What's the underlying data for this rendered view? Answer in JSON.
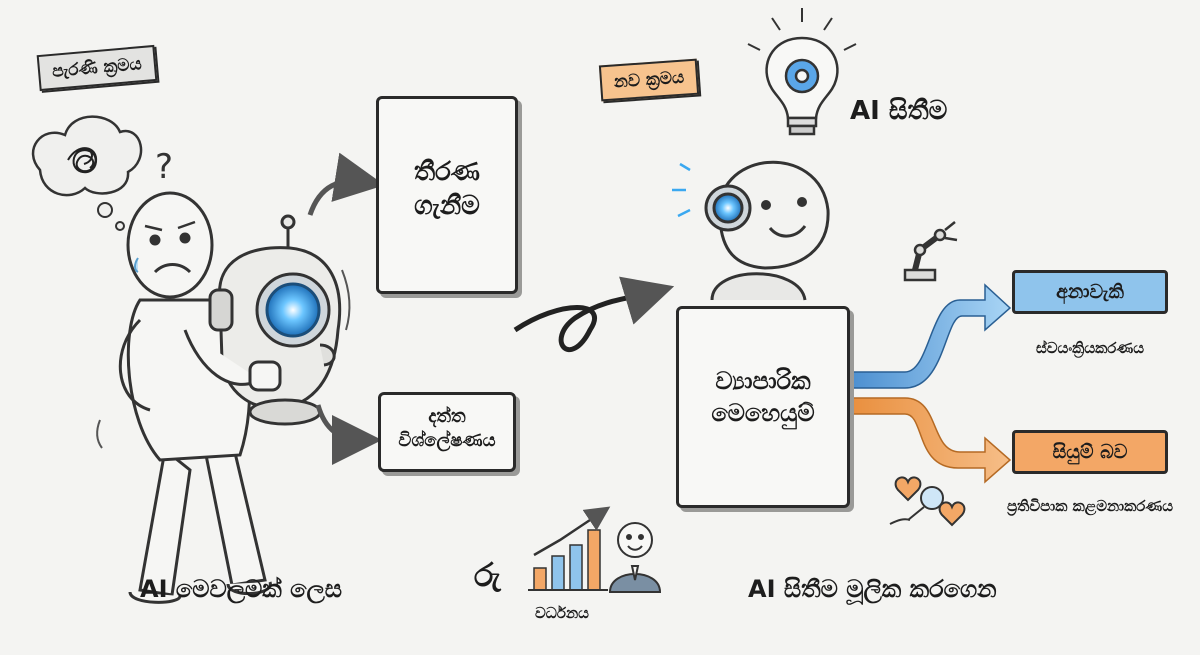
{
  "old_way": {
    "tag": "පැරණි ක්‍රමය",
    "caption": "AI මෙවලමක් ලෙස",
    "card_decision": "තීරණ ගැනීම",
    "card_data": "දත්ත විශ්ලේෂණය"
  },
  "new_way": {
    "tag": "නව ක්‍රමය",
    "ai_thinking": "AI සිතීම",
    "caption": "AI සිතීම මූලික කරගෙන",
    "card_ops": "ව්‍යාපාරික මෙහෙයුම්",
    "out_top_label": "අනාවැකි",
    "out_top_sub": "ස්වයංක්‍රියකරණය",
    "out_bottom_label": "සියුම් බව",
    "out_bottom_sub": "ප්‍රතිවිපාක කළමනාකරණය"
  },
  "growth": {
    "symbol": "රු",
    "label": "වර්ධනය"
  },
  "colors": {
    "accent_blue": "#8fc4ec",
    "accent_orange": "#f3a766",
    "robot_eye": "#3aa8f0",
    "ink": "#2a2a2a"
  },
  "icons": [
    "thought-scribble-icon",
    "question-icon",
    "robot-icon",
    "lightbulb-gear-icon",
    "robot-arm-icon",
    "magnifier-hearts-icon",
    "growth-chart-icon",
    "businessman-icon",
    "curvy-arrow-icon"
  ]
}
